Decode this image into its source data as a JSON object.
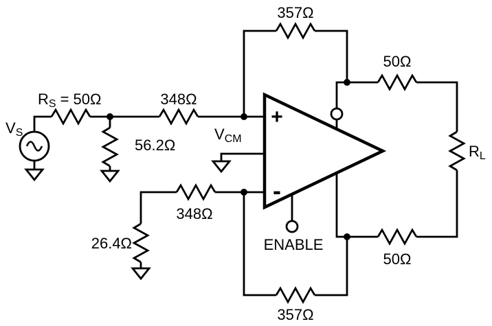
{
  "labels": {
    "vs_main": "V",
    "vs_sub": "S",
    "rs_main": "R",
    "rs_sub": "S",
    "rs_value": "= 50Ω",
    "r_term_top": "56.2Ω",
    "rg_top": "348Ω",
    "rf_top": "357Ω",
    "ro_top": "50Ω",
    "vcm_main": "V",
    "vcm_sub": "CM",
    "rg_bottom": "348Ω",
    "r_term_bottom": "26.4Ω",
    "enable": "ENABLE",
    "ro_bottom": "50Ω",
    "rf_bottom": "357Ω",
    "rl_main": "R",
    "rl_sub": "L",
    "opamp_plus": "+",
    "opamp_minus": "-"
  },
  "colors": {
    "wire": "#000000",
    "background": "#ffffff"
  }
}
